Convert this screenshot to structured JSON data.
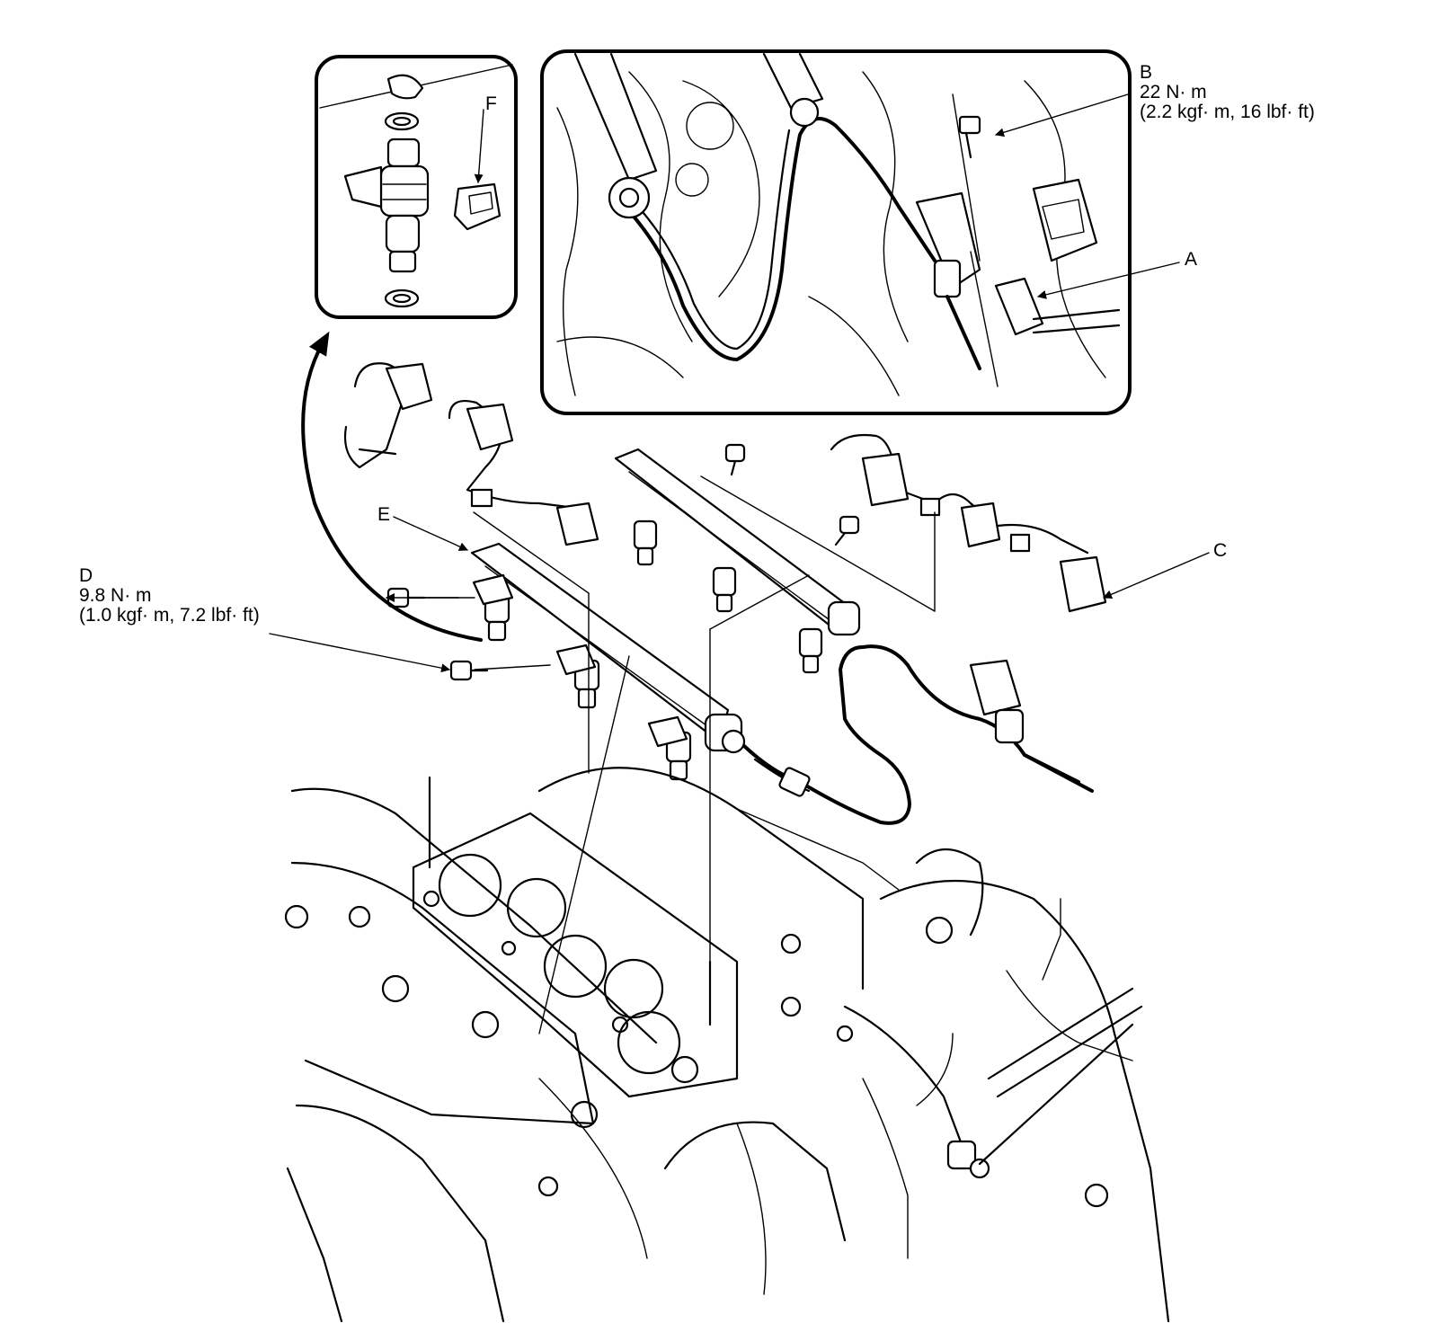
{
  "labels": {
    "A": {
      "letter": "A"
    },
    "B": {
      "letter": "B",
      "torque_nm": "22 N· m",
      "torque_imperial": "(2.2 kgf· m, 16 lbf· ft)"
    },
    "C": {
      "letter": "C"
    },
    "D": {
      "letter": "D",
      "torque_nm": "9.8 N· m",
      "torque_imperial": "(1.0 kgf· m, 7.2 lbf· ft)"
    },
    "E": {
      "letter": "E"
    },
    "F": {
      "letter": "F"
    }
  },
  "colors": {
    "line": "#000000",
    "background": "#ffffff"
  }
}
